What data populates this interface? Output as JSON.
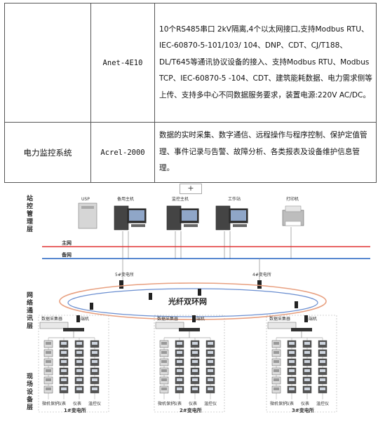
{
  "table": {
    "rows": [
      {
        "system": "",
        "model": "Anet-4E10",
        "desc": "10个RS485串口 2kV隔离,4个以太网接口,支持Modbus RTU、IEC-60870-5-101/103/ 104、DNP、CDT、CJ/T188、DL/T645等通讯协议设备的接入、支持Modbus RTU、Modbus TCP、IEC-60870-5 -104、CDT、建筑能耗数据、电力需求侧等上传、支持多中心不同数据服务要求，装置电源:220V AC/DC。"
      },
      {
        "system": "电力监控系统",
        "model": "Acrel-2000",
        "desc": "数据的实时采集、数字通信、远程操作与程序控制、保护定值管理、事件记录与告警、故障分析、各类报表及设备维护信息管理。"
      }
    ],
    "add_button": "+"
  },
  "diagram": {
    "layers": {
      "station": "站控管理层",
      "network": "网络通讯层",
      "field": "现场设备层"
    },
    "devices": {
      "ups": "USP",
      "backup_host": "备用主机",
      "monitor_host": "监控主机",
      "workstation": "工作站",
      "printer": "打印机"
    },
    "bus": {
      "main": "主网",
      "backup": "备网"
    },
    "ring_label": "光纤双环网",
    "substations_top": {
      "s5": "5#变电所",
      "s4": "4#变电所"
    },
    "collector": "数据采集器",
    "switch": "光端机",
    "groups": [
      {
        "name": "1#变电所",
        "items": [
          "微机保护",
          "仪表",
          "仪表",
          "温控仪"
        ]
      },
      {
        "name": "2#变电所",
        "items": [
          "微机保护",
          "仪表",
          "仪表",
          "温控仪"
        ]
      },
      {
        "name": "3#变电所",
        "items": [
          "微机保护",
          "仪表",
          "仪表",
          "温控仪"
        ]
      }
    ],
    "colors": {
      "main_bus": "#e03030",
      "backup_bus": "#2060c0",
      "ring": "#e8a080",
      "ring2": "#6a8ed0"
    }
  }
}
